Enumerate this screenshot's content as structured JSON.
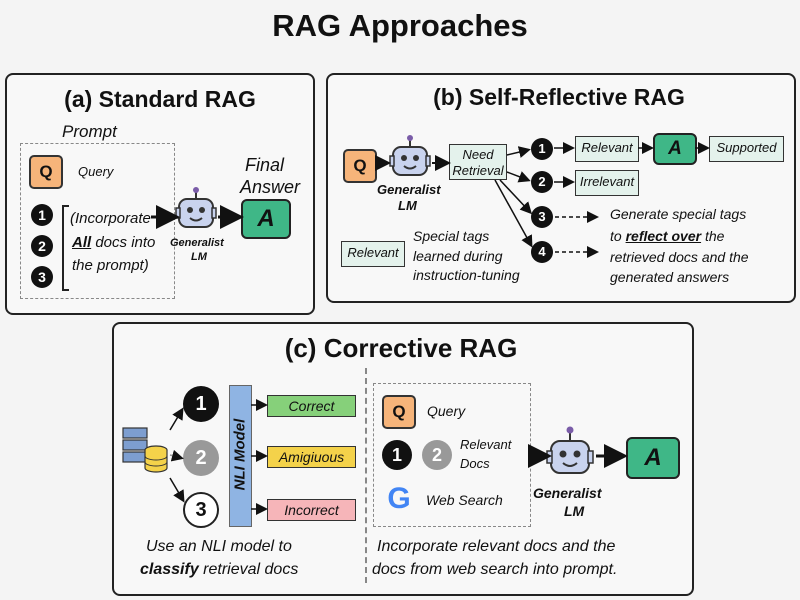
{
  "title": "RAG Approaches",
  "panel_a": {
    "title": "(a) Standard RAG",
    "prompt_label": "Prompt",
    "q": "Q",
    "query": "Query",
    "nums": [
      "1",
      "2",
      "3"
    ],
    "incorporate_1": "(Incorporate",
    "incorporate_2_all": "All",
    "incorporate_2_rest": " docs into",
    "incorporate_3": "the prompt)",
    "lm_label_1": "Generalist",
    "lm_label_2": "LM",
    "final_answer_1": "Final",
    "final_answer_2": "Answer",
    "a": "A"
  },
  "panel_b": {
    "title": "(b) Self-Reflective RAG",
    "q": "Q",
    "lm_label_1": "Generalist",
    "lm_label_2": "LM",
    "need_1": "Need",
    "need_2": "Retrieval",
    "nums": [
      "1",
      "2",
      "3",
      "4"
    ],
    "relevant": "Relevant",
    "a": "A",
    "supported": "Supported",
    "irrelevant": "Irrelevant",
    "gen_1": "Generate special tags",
    "gen_2_pre": "to ",
    "gen_2_bold": "reflect over",
    "gen_2_post": " the",
    "gen_3": "retrieved docs and the",
    "gen_4": "generated answers",
    "legend_tag": "Relevant",
    "legend_1": "Special tags",
    "legend_2": "learned during",
    "legend_3": "instruction-tuning"
  },
  "panel_c": {
    "title": "(c) Corrective RAG",
    "nli": "NLI Model",
    "nums": [
      "1",
      "2",
      "3"
    ],
    "correct": "Correct",
    "ambiguous": "Amigiuous",
    "incorrect": "Incorrect",
    "q": "Q",
    "query": "Query",
    "relevant_1": "Relevant",
    "relevant_2": "Docs",
    "web_search": "Web Search",
    "google_g": "G",
    "lm_label_1": "Generalist",
    "lm_label_2": "LM",
    "a": "A",
    "caption_left_1": "Use an NLI model to",
    "caption_left_2_bold": "classify",
    "caption_left_2_rest": " retrieval docs",
    "caption_right_1": "Incorporate relevant docs and the",
    "caption_right_2": "docs from web search into prompt."
  },
  "colors": {
    "query_orange": "#f6b47a",
    "answer_green": "#3fb787",
    "nli_blue": "#8fb4e3",
    "correct_green": "#86d07a",
    "ambiguous_yellow": "#f4d24a",
    "incorrect_pink": "#f6b5b9"
  }
}
